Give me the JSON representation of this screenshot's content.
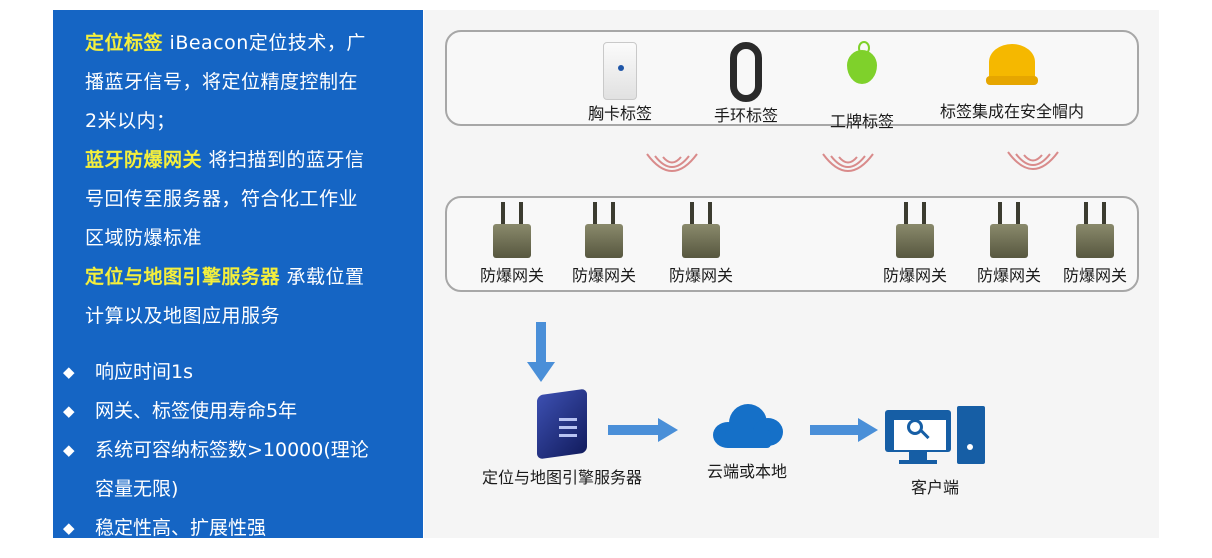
{
  "left_panel": {
    "features": [
      {
        "title": "定位标签",
        "lines": [
          " iBeacon定位技术，广",
          "播蓝牙信号，将定位精度控制在",
          "2米以内；"
        ]
      },
      {
        "title": "蓝牙防爆网关",
        "lines": [
          " 将扫描到的蓝牙信",
          "号回传至服务器，符合化工作业",
          "区域防爆标准"
        ]
      },
      {
        "title": "定位与地图引擎服务器",
        "lines": [
          " 承载位置",
          "计算以及地图应用服务"
        ]
      }
    ],
    "bullets": [
      {
        "lines": [
          "响应时间1s"
        ]
      },
      {
        "lines": [
          "网关、标签使用寿命5年"
        ]
      },
      {
        "lines": [
          "系统可容纳标签数>10000(理论",
          "容量无限)"
        ]
      },
      {
        "lines": [
          "稳定性高、扩展性强"
        ]
      }
    ],
    "bullet_symbol": "◆"
  },
  "diagram": {
    "tags": [
      {
        "label": "胸卡标签",
        "icon": "card-tag-icon"
      },
      {
        "label": "手环标签",
        "icon": "wristband-icon"
      },
      {
        "label": "工牌标签",
        "icon": "keyfob-tag-icon"
      },
      {
        "label": "标签集成在安全帽内",
        "icon": "helmet-icon"
      }
    ],
    "gateways": [
      "防爆网关",
      "防爆网关",
      "防爆网关",
      "防爆网关",
      "防爆网关",
      "防爆网关"
    ],
    "server_label": "定位与地图引擎服务器",
    "cloud_label": "云端或本地",
    "client_label": "客户端",
    "colors": {
      "panel_blue": "#1565c4",
      "highlight_yellow": "#f4ef3c",
      "arrow_blue": "#4a8fd8",
      "signal_red": "#d98b8b"
    }
  }
}
